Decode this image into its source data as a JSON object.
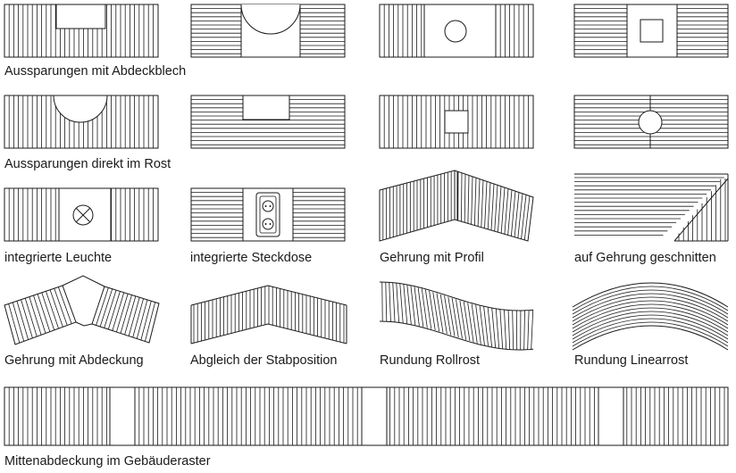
{
  "captions": {
    "aussparungen_abdeckblech": "Aussparungen mit Abdeckblech",
    "aussparungen_direkt": "Aussparungen direkt im Rost",
    "leuchte": "integrierte Leuchte",
    "steckdose": "integrierte Steckdose",
    "gehrung_profil": "Gehrung mit Profil",
    "gehrung_geschnitten": "auf Gehrung geschnitten",
    "gehrung_abdeckung": "Gehrung mit Abdeckung",
    "abgleich": "Abgleich der Stabposition",
    "rundung_rollrost": "Rundung Rollrost",
    "rundung_linearrost": "Rundung Linearrost",
    "mittenabdeckung": "Mittenabdeckung im Gebäuderaster"
  },
  "colors": {
    "line": "#1a1a1a",
    "background": "#ffffff"
  }
}
